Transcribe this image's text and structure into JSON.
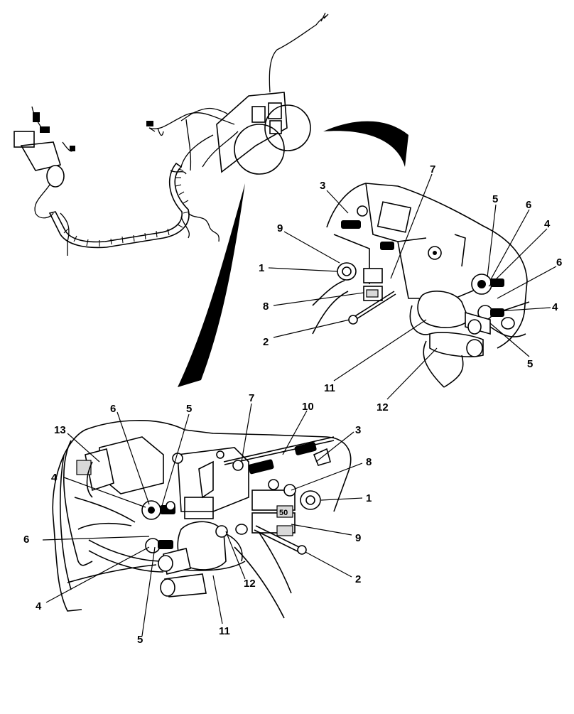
{
  "callouts_upper": [
    "1",
    "2",
    "3",
    "4",
    "4",
    "5",
    "5",
    "6",
    "6",
    "7",
    "8",
    "9",
    "11",
    "12"
  ],
  "callouts_lower": [
    "1",
    "2",
    "3",
    "4",
    "4",
    "5",
    "5",
    "6",
    "6",
    "7",
    "8",
    "9",
    "10",
    "11",
    "12",
    "13"
  ],
  "relay_label": "50"
}
